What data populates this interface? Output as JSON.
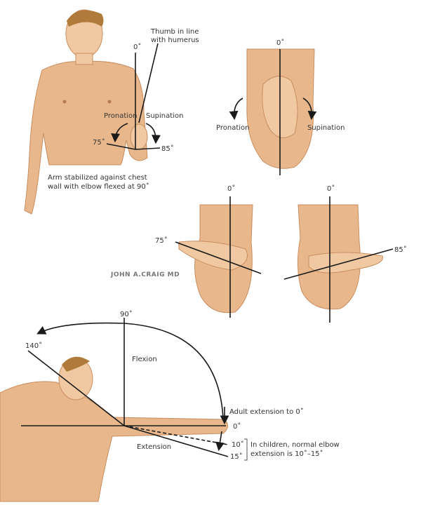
{
  "figure_a": {
    "zero": "0˚",
    "thumb_note_line1": "Thumb in line",
    "thumb_note_line2": "with humerus",
    "pronation": "Pronation",
    "supination": "Supination",
    "pronation_angle": "75˚",
    "supination_angle": "85˚",
    "caption_line1": "Arm stabilized against chest",
    "caption_line2": "wall with elbow flexed at 90˚"
  },
  "figure_b": {
    "zero": "0˚",
    "pronation": "Pronation",
    "supination": "Supination"
  },
  "figure_c": {
    "left_zero": "0˚",
    "left_angle": "75˚",
    "right_zero": "0˚",
    "right_angle": "85˚",
    "signature": "JOHN A.CRAIG MD"
  },
  "figure_d": {
    "ninety": "90˚",
    "one_forty": "140˚",
    "flexion": "Flexion",
    "adult_extension": "Adult extension to 0˚",
    "zero": "0˚",
    "extension": "Extension",
    "ten": "10˚",
    "fifteen": "15˚",
    "children_note_line1": "In children, normal elbow",
    "children_note_line2": "extension is 10˚–15˚"
  }
}
